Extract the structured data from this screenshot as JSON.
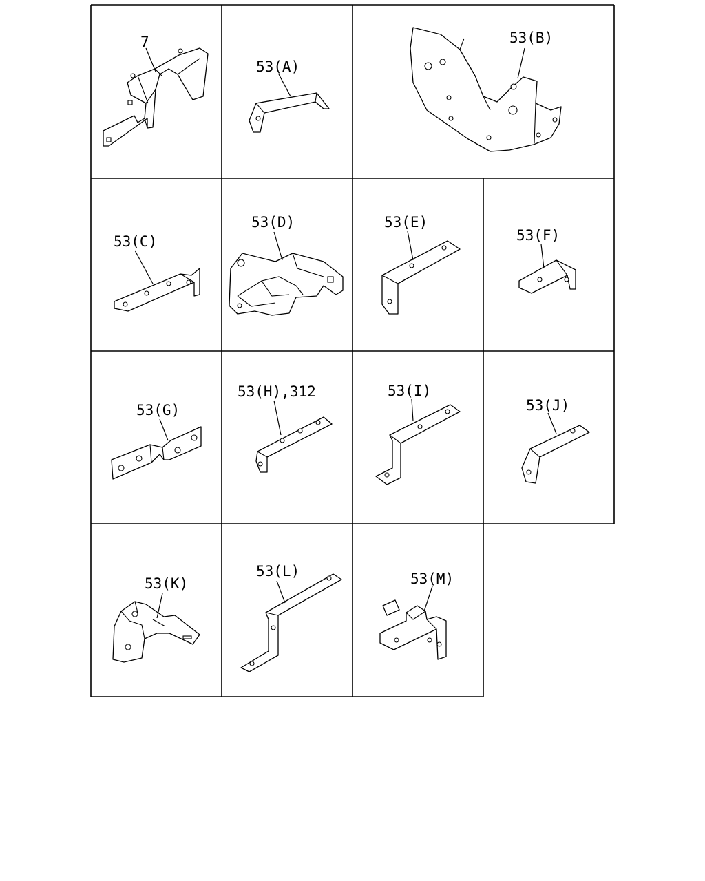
{
  "diagram": {
    "cells": [
      {
        "id": "c7",
        "label": "7"
      },
      {
        "id": "cA",
        "label": "53(A)"
      },
      {
        "id": "cB",
        "label": "53(B)"
      },
      {
        "id": "cC",
        "label": "53(C)"
      },
      {
        "id": "cD",
        "label": "53(D)"
      },
      {
        "id": "cE",
        "label": "53(E)"
      },
      {
        "id": "cF",
        "label": "53(F)"
      },
      {
        "id": "cG",
        "label": "53(G)"
      },
      {
        "id": "cH",
        "label": "53(H),312"
      },
      {
        "id": "cI",
        "label": "53(I)"
      },
      {
        "id": "cJ",
        "label": "53(J)"
      },
      {
        "id": "cK",
        "label": "53(K)"
      },
      {
        "id": "cL",
        "label": "53(L)"
      },
      {
        "id": "cM",
        "label": "53(M)"
      }
    ]
  },
  "colors": {
    "line": "#000000",
    "background": "#ffffff"
  }
}
